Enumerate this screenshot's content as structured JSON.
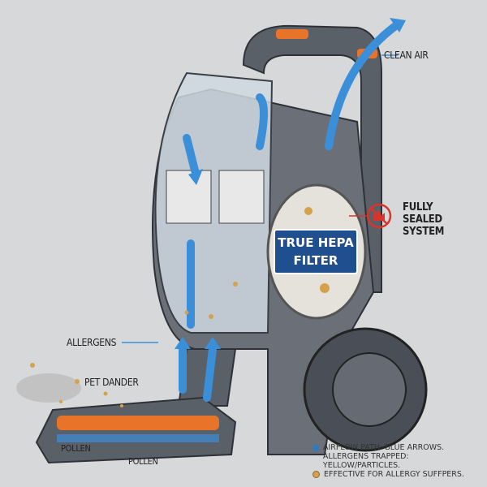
{
  "labels": {
    "clean_air": "CLEAN AIR",
    "sealed_line1": "FULLY",
    "sealed_line2": "SEALED",
    "sealed_line3": "SYSTEM",
    "hepa_line1": "TRUE HEPA",
    "hepa_line2": "FILTER",
    "allergens": "ALLERGENS",
    "pet_dander": "PET DANDER",
    "pollen_left": "POLLEN",
    "pollen_right": "POLLEN"
  },
  "legend": [
    {
      "text": "AIRFLOW PATH: BLUE ARROWS.",
      "color": "#2f7bc0"
    },
    {
      "text": "ALLERGENS TRAPPED: YELLOW/PARTICLES.",
      "color": ""
    },
    {
      "text": "EFFECTIVE FOR ALLERGY SUFFPERS.",
      "color": "#d4a24c"
    }
  ],
  "colors": {
    "airflow": "#3a8fd8",
    "allergen": "#d4a24c",
    "body": "#555b63",
    "accent": "#e8742a",
    "hepa_badge": "#1f4f8f",
    "sealed_icon": "#d9342b"
  }
}
